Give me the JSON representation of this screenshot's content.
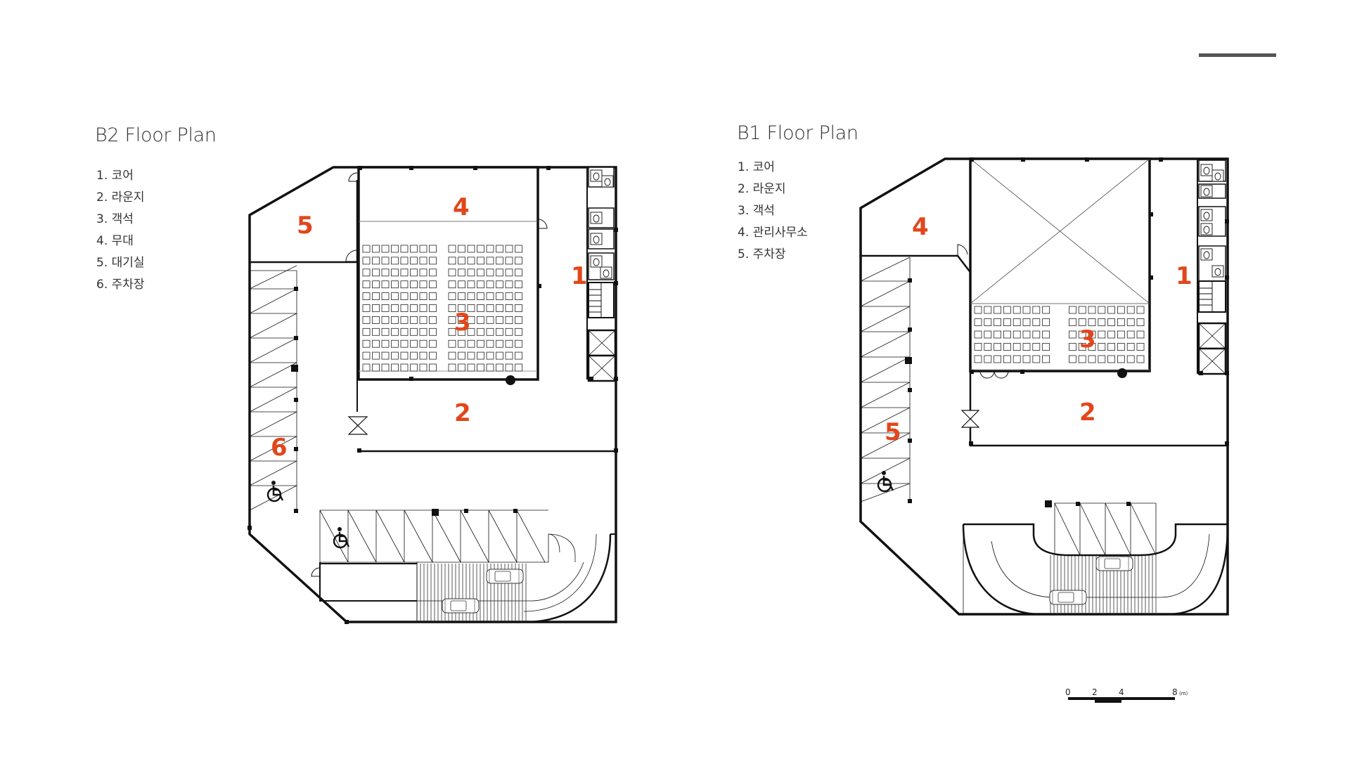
{
  "decor": {
    "accent_color": "#e2461b",
    "bar_color": "#555555"
  },
  "b2": {
    "title": "B2 Floor Plan",
    "legend": [
      "1. 코어",
      "2. 라운지",
      "3. 객석",
      "4. 무대",
      "5. 대기실",
      "6. 주차장"
    ],
    "labels": [
      "1",
      "2",
      "3",
      "4",
      "5",
      "6"
    ]
  },
  "b1": {
    "title": "B1 Floor Plan",
    "legend": [
      "1. 코어",
      "2. 라운지",
      "3. 객석",
      "4. 관리사무소",
      "5. 주차장"
    ],
    "labels": [
      "1",
      "2",
      "3",
      "4",
      "5"
    ]
  },
  "scale_bar": {
    "ticks": [
      "0",
      "2",
      "4",
      "8"
    ],
    "unit": "(m)"
  },
  "icons": [
    "wheelchair-icon",
    "car-icon",
    "door-swing-icon",
    "toilet-icon",
    "stair-icon",
    "elevator-icon"
  ]
}
